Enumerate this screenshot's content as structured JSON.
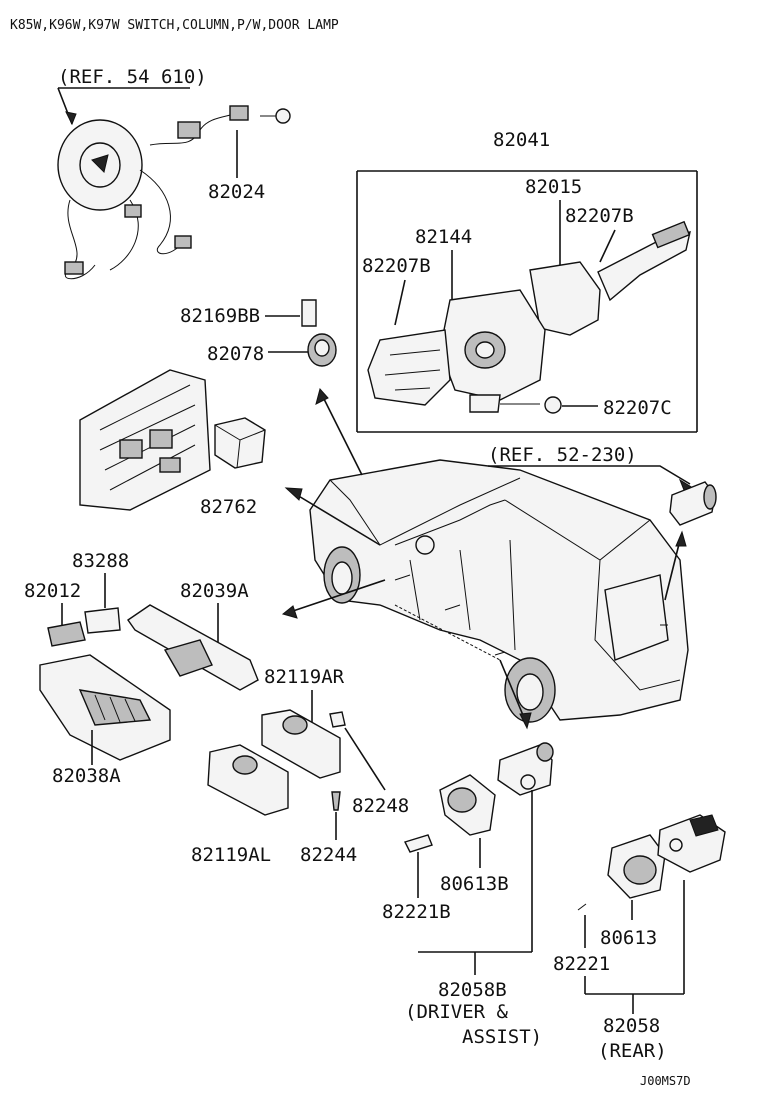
{
  "header": {
    "text": "K85W,K96W,K97W SWITCH,COLUMN,P/W,DOOR LAMP"
  },
  "footer": {
    "code": "J00MS7D"
  },
  "labels": {
    "ref_54_610": "(REF. 54 610)",
    "p82024": "82024",
    "p82041": "82041",
    "p82015": "82015",
    "p82207B_a": "82207B",
    "p82144": "82144",
    "p82207B_b": "82207B",
    "p82169BB": "82169BB",
    "p82078": "82078",
    "p82207C": "82207C",
    "p82762": "82762",
    "ref_52_230": "(REF. 52-230)",
    "p83288": "83288",
    "p82012": "82012",
    "p82039A": "82039A",
    "p82119AR": "82119AR",
    "p82038A": "82038A",
    "p82248": "82248",
    "p82119AL": "82119AL",
    "p82244": "82244",
    "p80613B": "80613B",
    "p82221B": "82221B",
    "p82058B": "82058B",
    "driver_assist_1": "(DRIVER &",
    "driver_assist_2": "ASSIST)",
    "p80613": "80613",
    "p82221": "82221",
    "p82058": "82058",
    "rear": "(REAR)"
  }
}
